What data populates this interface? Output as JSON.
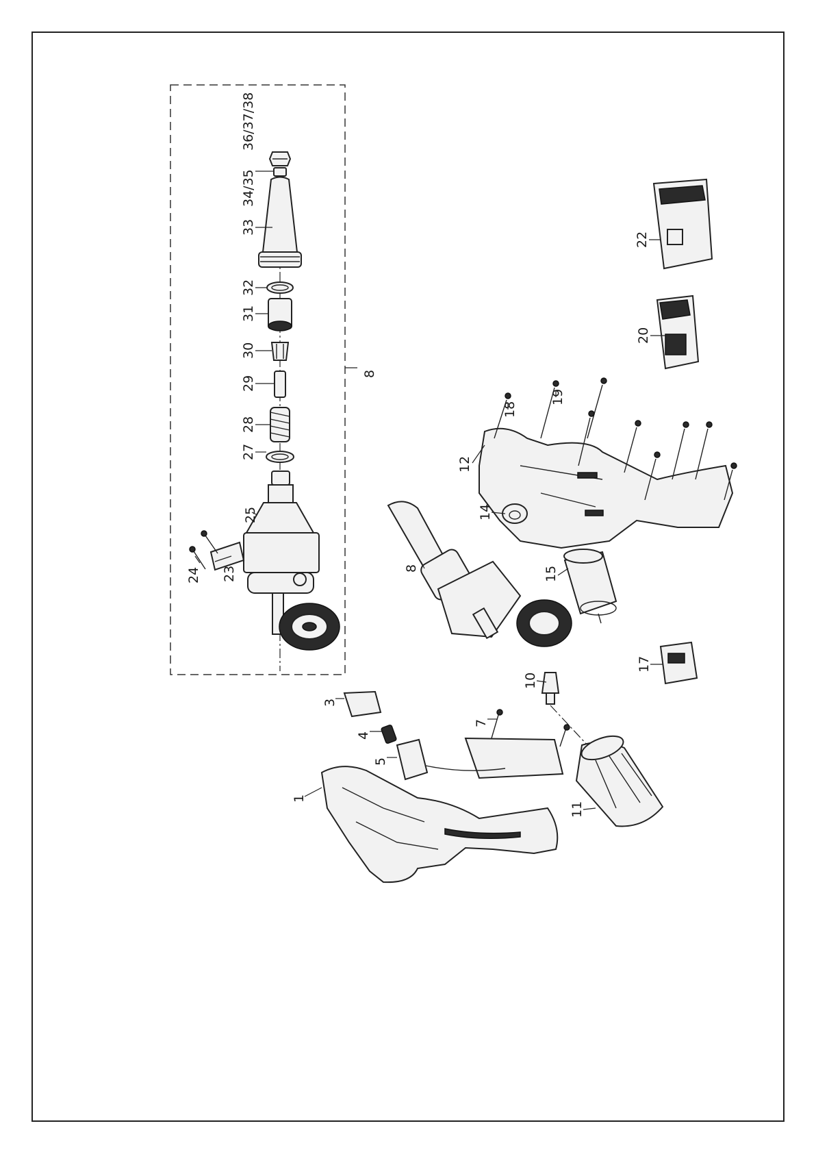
{
  "diagram": {
    "group_label": "8",
    "callouts": [
      {
        "id": "c1",
        "text": "1"
      },
      {
        "id": "c3",
        "text": "3"
      },
      {
        "id": "c4",
        "text": "4"
      },
      {
        "id": "c5",
        "text": "5"
      },
      {
        "id": "c7",
        "text": "7"
      },
      {
        "id": "c8",
        "text": "8"
      },
      {
        "id": "c10",
        "text": "10"
      },
      {
        "id": "c11",
        "text": "11"
      },
      {
        "id": "c12",
        "text": "12"
      },
      {
        "id": "c14",
        "text": "14"
      },
      {
        "id": "c15",
        "text": "15"
      },
      {
        "id": "c17",
        "text": "17"
      },
      {
        "id": "c18",
        "text": "18"
      },
      {
        "id": "c19",
        "text": "19"
      },
      {
        "id": "c20",
        "text": "20"
      },
      {
        "id": "c22",
        "text": "22"
      },
      {
        "id": "c23",
        "text": "23"
      },
      {
        "id": "c24",
        "text": "24"
      },
      {
        "id": "c25",
        "text": "25"
      },
      {
        "id": "c27",
        "text": "27"
      },
      {
        "id": "c28",
        "text": "28"
      },
      {
        "id": "c29",
        "text": "29"
      },
      {
        "id": "c30",
        "text": "30"
      },
      {
        "id": "c31",
        "text": "31"
      },
      {
        "id": "c32",
        "text": "32"
      },
      {
        "id": "c33",
        "text": "33"
      },
      {
        "id": "c34",
        "text": "34/35"
      },
      {
        "id": "c36",
        "text": "36/37/38"
      }
    ]
  }
}
